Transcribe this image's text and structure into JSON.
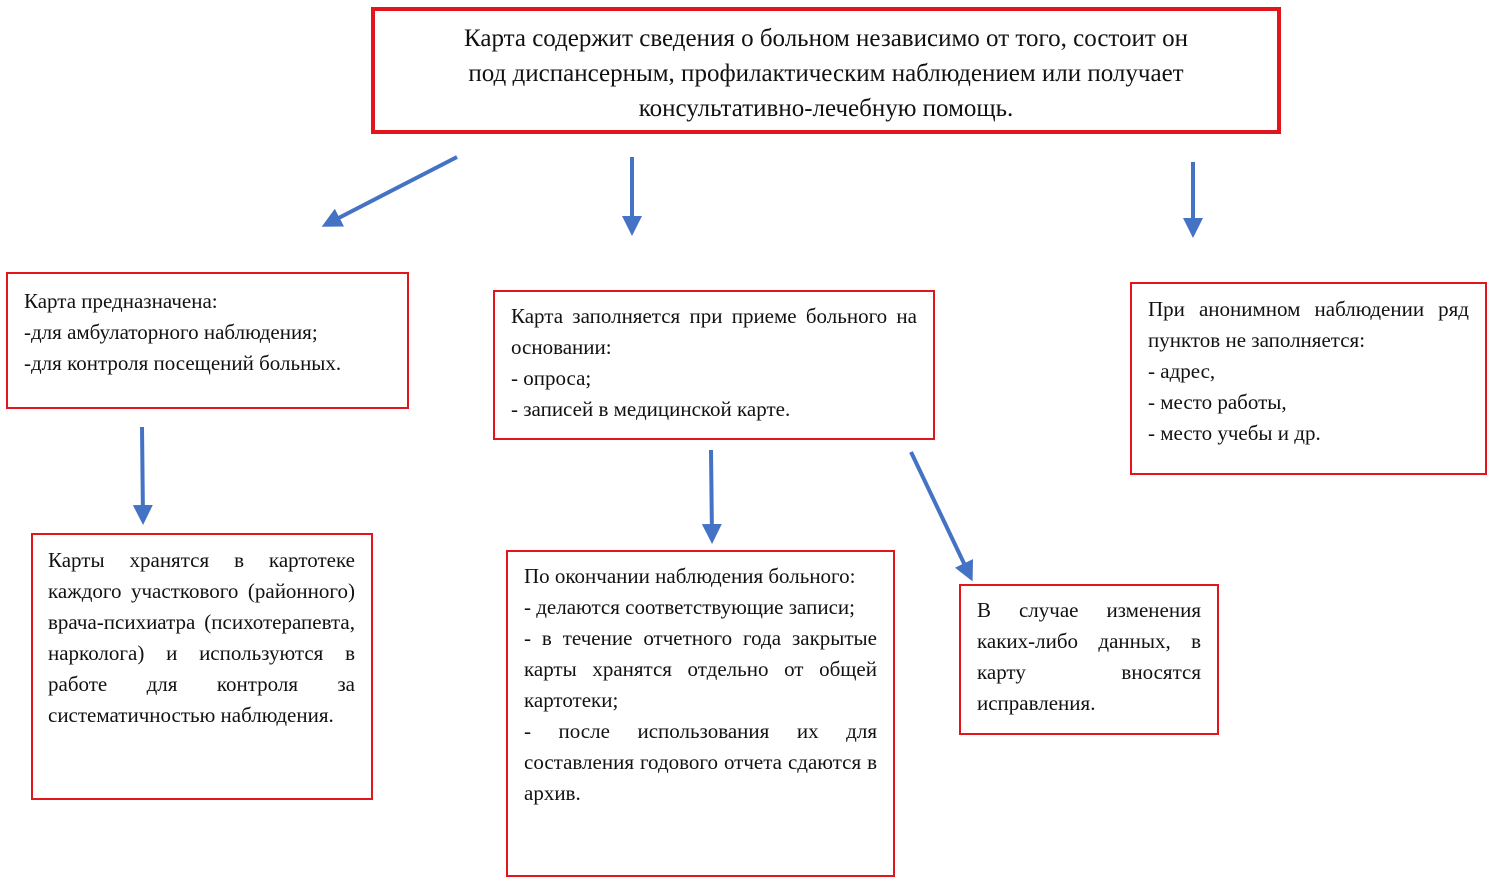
{
  "diagram": {
    "main": {
      "lines": [
        "Карта содержит сведения о больном независимо от того, состоит он",
        "под диспансерным, профилактическим наблюдением или получает",
        "консультативно-лечебную помощь."
      ]
    },
    "purpose": {
      "lines": [
        "Карта предназначена:",
        "-для амбулаторного наблюдения;",
        "-для контроля посещений больных."
      ]
    },
    "filling": {
      "lines": [
        "Карта заполняется при приеме больного на основании:",
        "- опроса;",
        "- записей в медицинской карте."
      ]
    },
    "anonymous": {
      "lines": [
        "При анонимном наблюдении ряд пунктов не заполняется:",
        "- адрес,",
        "- место работы,",
        "- место учебы и др."
      ]
    },
    "storage": {
      "lines": [
        "Карты хранятся в картотеке каждого участкового (районного) врача-психиатра (психотерапевта, нарколога) и используются в работе для контроля за систематичностью наблюдения."
      ]
    },
    "end_of_observation": {
      "lines": [
        "По окончании наблюдения больного:",
        "- делаются соответствующие записи;",
        "- в течение отчетного года закрытые карты хранятся отдельно от общей картотеки;",
        "- после использования их для составления годового отчета сдаются в архив."
      ]
    },
    "changes": {
      "lines": [
        "В случае изменения каких-либо данных, в карту вносятся исправления."
      ]
    }
  },
  "colors": {
    "box_border": "#e3141c",
    "arrow": "#4472c4",
    "text": "#111111"
  }
}
